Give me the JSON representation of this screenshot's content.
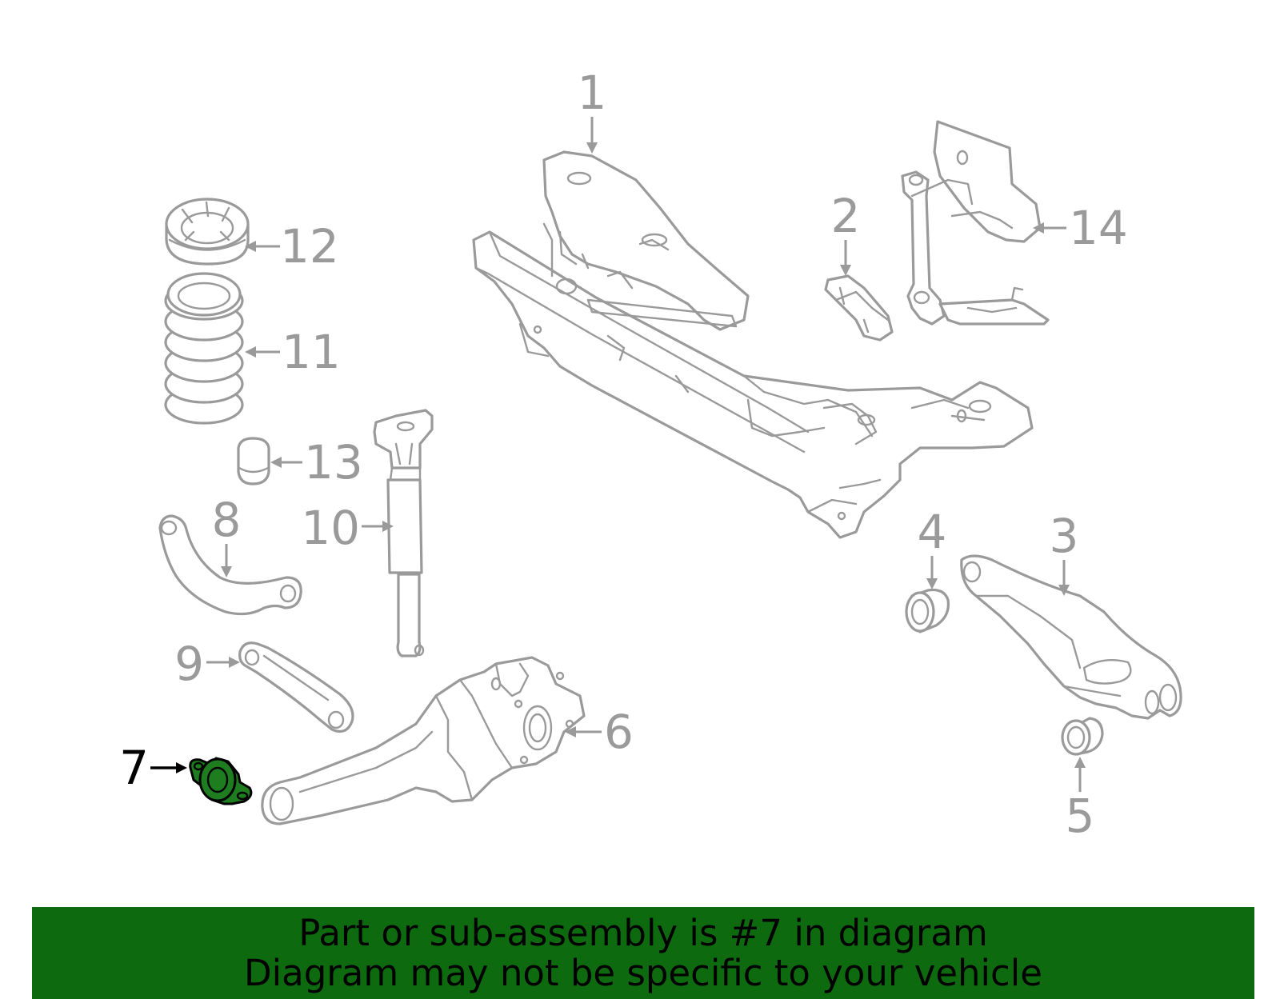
{
  "colors": {
    "line": "#9a9a9a",
    "highlight_fill": "#1e7d1e",
    "banner_bg": "#0e6a0e",
    "banner_text": "#000000"
  },
  "callouts": [
    {
      "id": "1",
      "label": "1"
    },
    {
      "id": "2",
      "label": "2"
    },
    {
      "id": "3",
      "label": "3"
    },
    {
      "id": "4",
      "label": "4"
    },
    {
      "id": "5",
      "label": "5"
    },
    {
      "id": "6",
      "label": "6"
    },
    {
      "id": "7",
      "label": "7",
      "highlighted": true
    },
    {
      "id": "8",
      "label": "8"
    },
    {
      "id": "9",
      "label": "9"
    },
    {
      "id": "10",
      "label": "10"
    },
    {
      "id": "11",
      "label": "11"
    },
    {
      "id": "12",
      "label": "12"
    },
    {
      "id": "13",
      "label": "13"
    },
    {
      "id": "14",
      "label": "14"
    }
  ],
  "banner": {
    "line1": "Part or sub-assembly is #7 in diagram",
    "line2": "Diagram may not be specific to your vehicle"
  }
}
